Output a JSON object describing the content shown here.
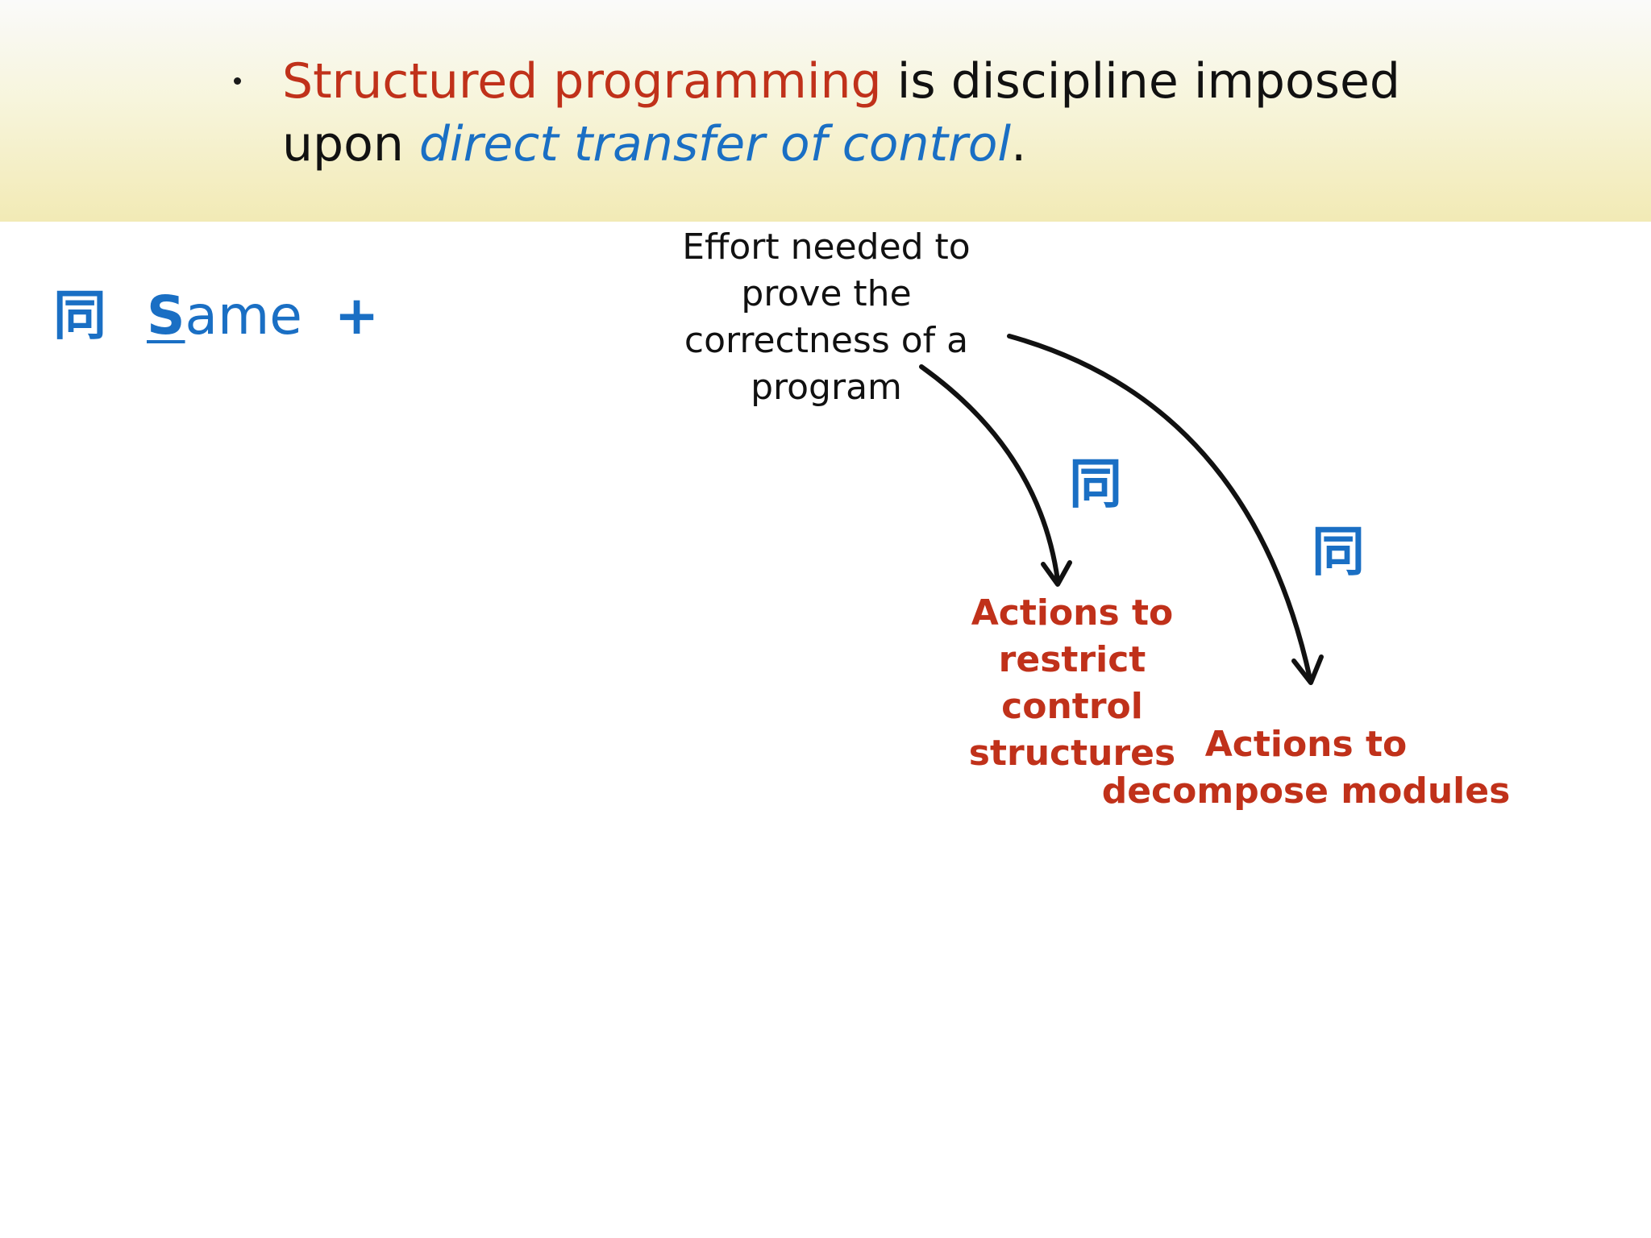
{
  "bullet": {
    "part_red": "Structured programming",
    "part_plain_1": " is discipline imposed",
    "part_plain_2": "upon ",
    "part_blue": "direct transfer of control",
    "part_end": "."
  },
  "same_row": {
    "glyph": "同",
    "first_letter": "S",
    "rest": "ame",
    "plus": "+"
  },
  "diagram": {
    "effort_label": "Effort needed to\nprove the\ncorrectness of a\nprogram",
    "action_1": "Actions to restrict\ncontrol structures",
    "action_2": "Actions to\ndecompose modules",
    "glyph_1": "同",
    "glyph_2": "同"
  },
  "colors": {
    "red": "#c0311a",
    "blue": "#1a6fc4",
    "text": "#111111"
  }
}
